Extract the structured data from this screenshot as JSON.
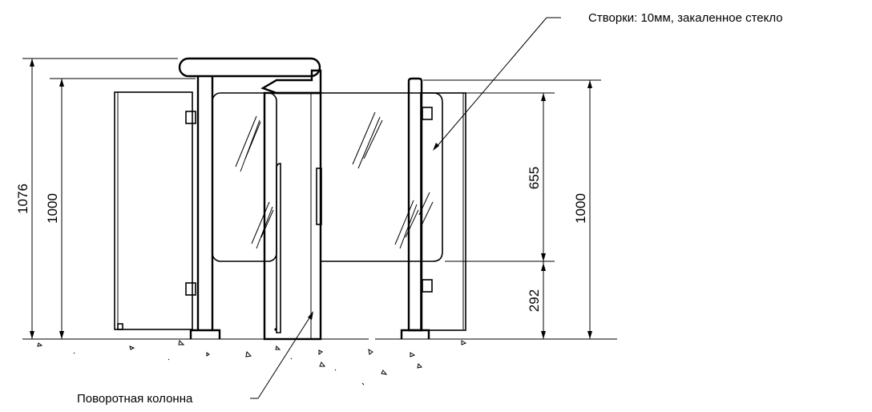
{
  "labels": {
    "glass_note": "Створки: 10мм, закаленное стекло",
    "column_note": "Поворотная колонна"
  },
  "dimensions": {
    "total_height": "1076",
    "height_left": "1000",
    "height_right": "1000",
    "glass_height": "655",
    "floor_gap": "292"
  }
}
